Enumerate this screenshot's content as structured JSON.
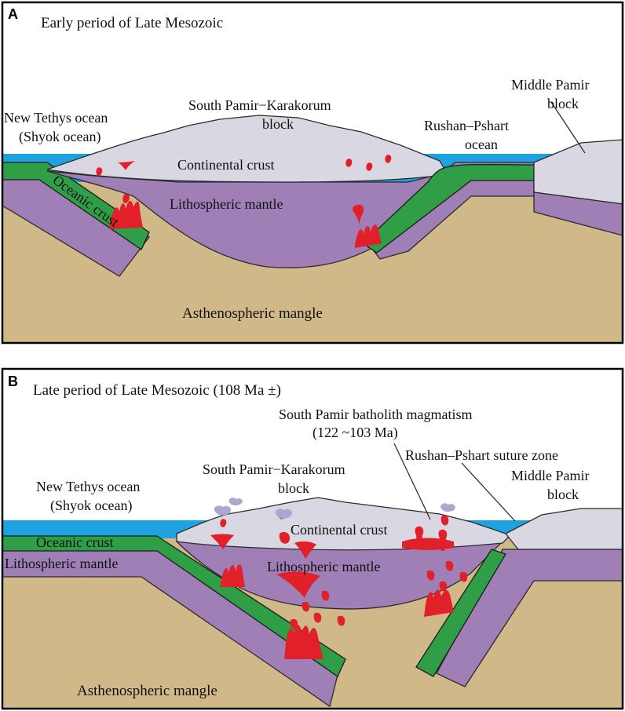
{
  "panel_a": {
    "letter": "A",
    "title": "Early period of Late Mesozoic",
    "labels": {
      "new_tethys_1": "New Tethys ocean",
      "new_tethys_2": "(Shyok ocean)",
      "spk_1": "South Pamir−Karakorum",
      "spk_2": "block",
      "rushan_1": "Rushan–Pshart",
      "rushan_2": "ocean",
      "middle_pamir_1": "Middle Pamir",
      "middle_pamir_2": "block",
      "continental_crust": "Continental crust",
      "oceanic_crust": "Oceanic crust",
      "lithospheric_mantle": "Lithospheric mantle",
      "asthenospheric": "Asthenospheric mangle"
    }
  },
  "panel_b": {
    "letter": "B",
    "title": "Late period of Late Mesozoic (108 Ma ±)",
    "labels": {
      "batholith_1": "South Pamir batholith magmatism",
      "batholith_2": "(122 ~103 Ma)",
      "suture": "Rushan–Pshart suture zone",
      "new_tethys_1": "New Tethys ocean",
      "new_tethys_2": "(Shyok ocean)",
      "spk_1": "South Pamir−Karakorum",
      "spk_2": "block",
      "middle_pamir_1": "Middle Pamir",
      "middle_pamir_2": "block",
      "continental_crust": "Continental crust",
      "oceanic_crust": "Oceanic crust",
      "lithospheric_mantle_left": "Lithospheric mantle",
      "lithospheric_mantle_center": "Lithospheric mantle",
      "asthenospheric": "Asthenospheric mangle"
    }
  },
  "colors": {
    "asthenosphere": "#d1b889",
    "ocean": "#1ea2e0",
    "continental_crust": "#d9d8e2",
    "lithospheric_mantle": "#9f7fb6",
    "oceanic_crust": "#2f9e47",
    "magma": "#e2202a",
    "volcanic_plume": "#a9a8cf"
  }
}
